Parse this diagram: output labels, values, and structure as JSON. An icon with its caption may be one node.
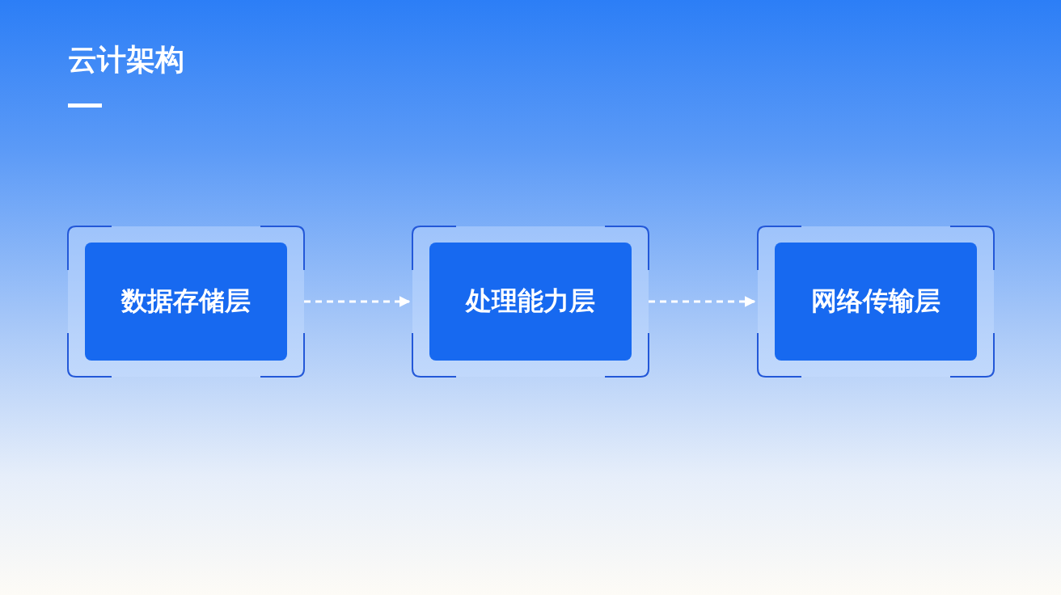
{
  "diagram": {
    "title": "云计架构",
    "nodes": [
      {
        "text": [
          "数据存储层"
        ]
      },
      {
        "text": [
          "处理能力层"
        ]
      },
      {
        "text": [
          "网络传输层"
        ]
      }
    ],
    "edges": [
      {
        "from": 0,
        "to": 1,
        "arrow": "to",
        "style": "dashed"
      },
      {
        "from": 1,
        "to": 2,
        "arrow": "to",
        "style": "dashed"
      }
    ]
  }
}
